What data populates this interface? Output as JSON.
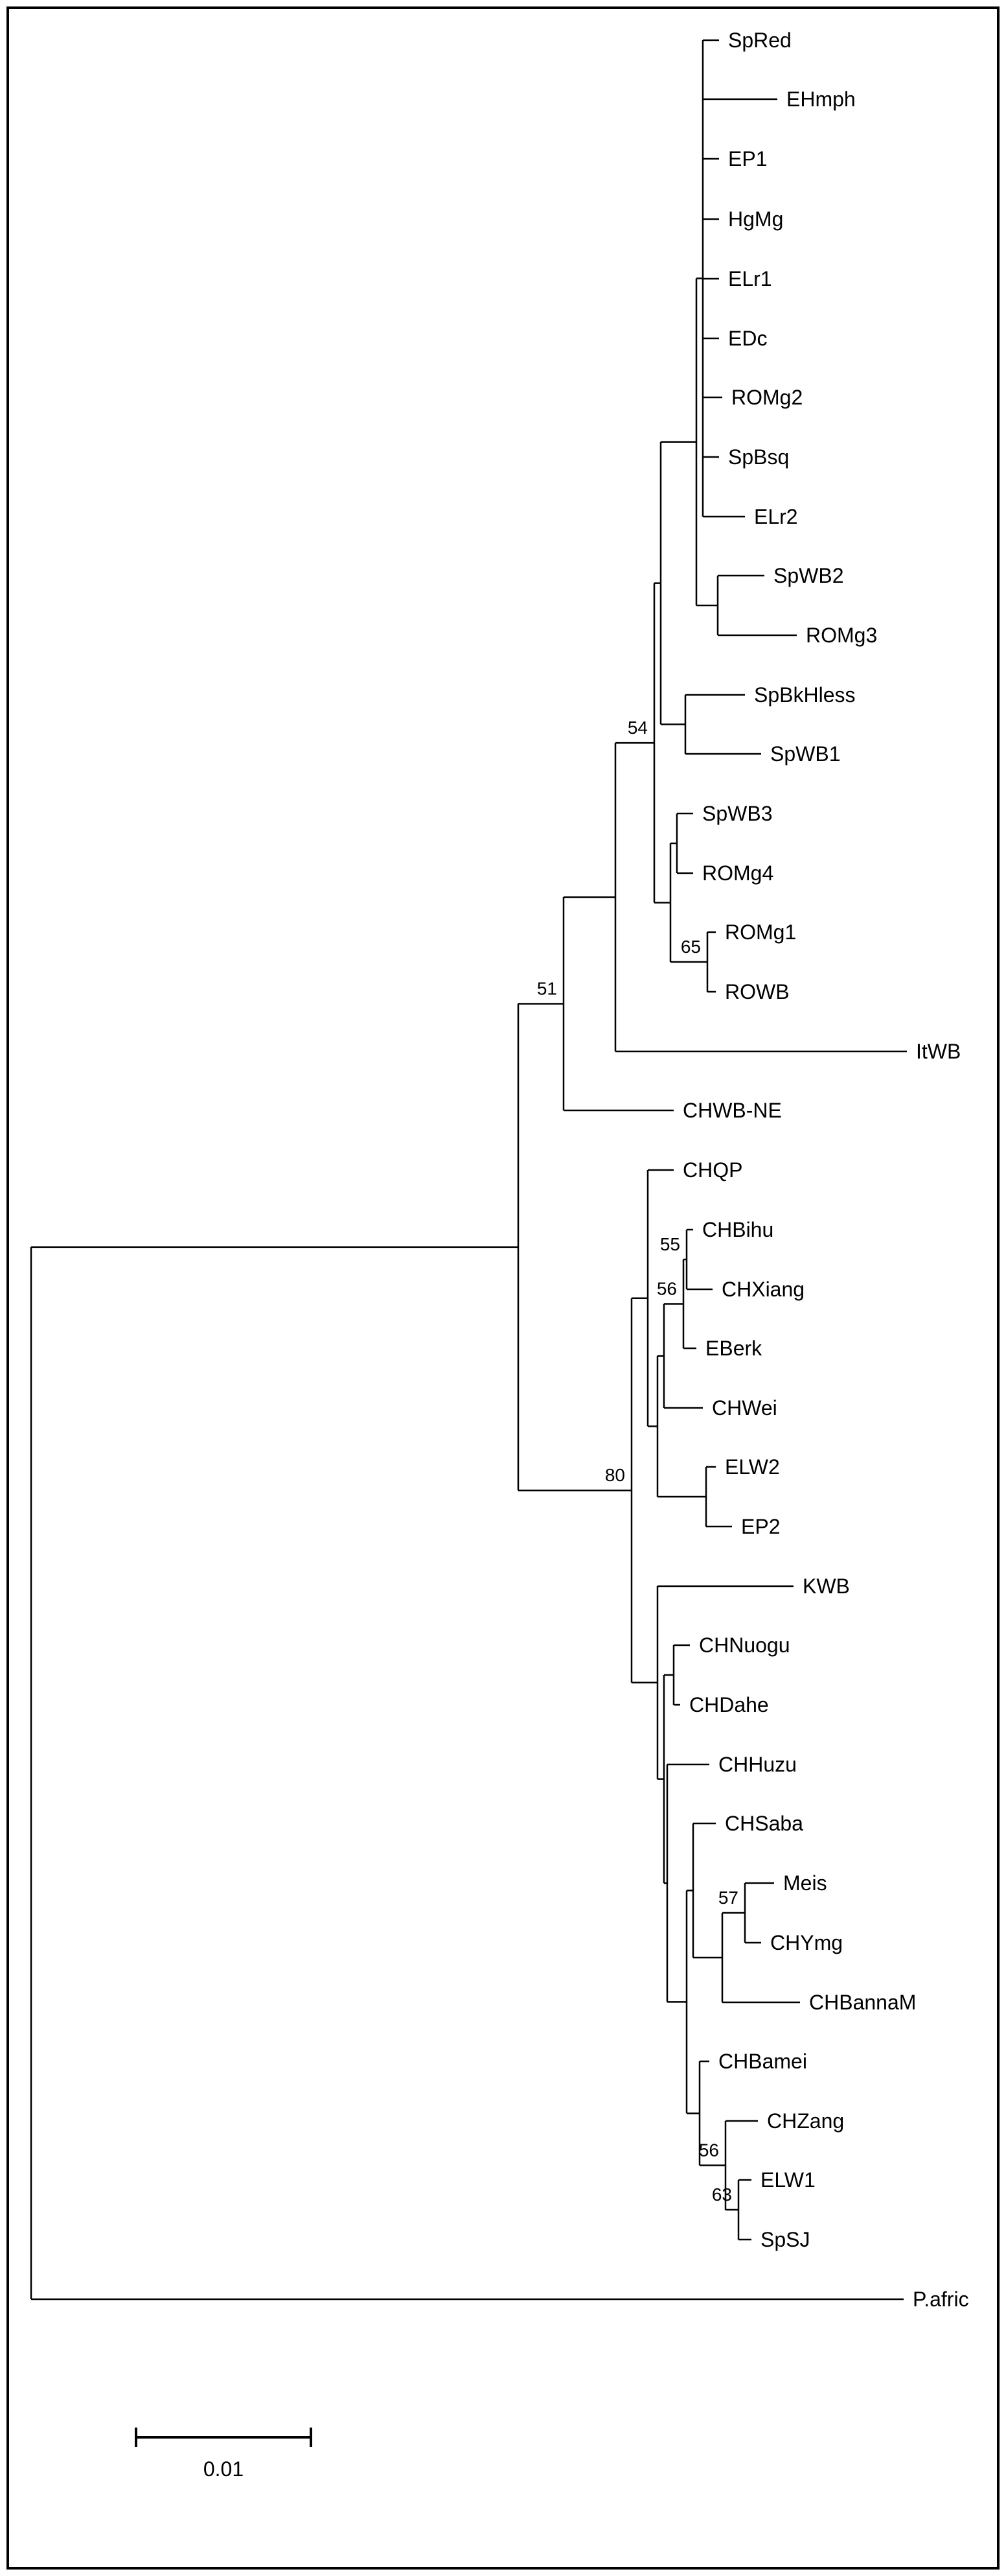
{
  "tree": {
    "taxa": [
      {
        "id": "SpRed",
        "label": "SpRed"
      },
      {
        "id": "EHmph",
        "label": "EHmph"
      },
      {
        "id": "EP1",
        "label": "EP1"
      },
      {
        "id": "HgMg",
        "label": "HgMg"
      },
      {
        "id": "ELr1",
        "label": "ELr1"
      },
      {
        "id": "EDc",
        "label": "EDc"
      },
      {
        "id": "ROMg2",
        "label": "ROMg2"
      },
      {
        "id": "SpBsq",
        "label": "SpBsq"
      },
      {
        "id": "ELr2",
        "label": "ELr2"
      },
      {
        "id": "SpWB2",
        "label": "SpWB2"
      },
      {
        "id": "ROMg3",
        "label": "ROMg3"
      },
      {
        "id": "SpBkHless",
        "label": "SpBkHless"
      },
      {
        "id": "SpWB1",
        "label": "SpWB1"
      },
      {
        "id": "SpWB3",
        "label": "SpWB3"
      },
      {
        "id": "ROMg4",
        "label": "ROMg4"
      },
      {
        "id": "ROMg1",
        "label": "ROMg1"
      },
      {
        "id": "ROWB",
        "label": "ROWB"
      },
      {
        "id": "ItWB",
        "label": "ItWB"
      },
      {
        "id": "CHWB-NE",
        "label": "CHWB-NE"
      },
      {
        "id": "CHQP",
        "label": "CHQP"
      },
      {
        "id": "CHBihu",
        "label": "CHBihu"
      },
      {
        "id": "CHXiang",
        "label": "CHXiang"
      },
      {
        "id": "EBerk",
        "label": "EBerk"
      },
      {
        "id": "CHWei",
        "label": "CHWei"
      },
      {
        "id": "ELW2",
        "label": "ELW2"
      },
      {
        "id": "EP2",
        "label": "EP2"
      },
      {
        "id": "KWB",
        "label": "KWB"
      },
      {
        "id": "CHNuogu",
        "label": "CHNuogu"
      },
      {
        "id": "CHDahe",
        "label": "CHDahe"
      },
      {
        "id": "CHHuzu",
        "label": "CHHuzu"
      },
      {
        "id": "CHSaba",
        "label": "CHSaba"
      },
      {
        "id": "Meis",
        "label": "Meis"
      },
      {
        "id": "CHYmg",
        "label": "CHYmg"
      },
      {
        "id": "CHBannaM",
        "label": "CHBannaM"
      },
      {
        "id": "CHBamei",
        "label": "CHBamei"
      },
      {
        "id": "CHZang",
        "label": "CHZang"
      },
      {
        "id": "ELW1",
        "label": "ELW1"
      },
      {
        "id": "SpSJ",
        "label": "SpSJ"
      },
      {
        "id": "P.afric",
        "label": "P.afric"
      }
    ],
    "bootstrap": [
      {
        "node": "european_clade",
        "value": "54"
      },
      {
        "node": "romg1_rowb",
        "value": "65"
      },
      {
        "node": "western_clade",
        "value": "51"
      },
      {
        "node": "asian_clade",
        "value": "80"
      },
      {
        "node": "bihu_group",
        "value": "55"
      },
      {
        "node": "xiang_group",
        "value": "56"
      },
      {
        "node": "meis_cluster",
        "value": "57"
      },
      {
        "node": "zang_group",
        "value": "56"
      },
      {
        "node": "elw1_spsj",
        "value": "63"
      }
    ],
    "scale_bar": {
      "label": "0.01",
      "length": 0.01
    }
  }
}
